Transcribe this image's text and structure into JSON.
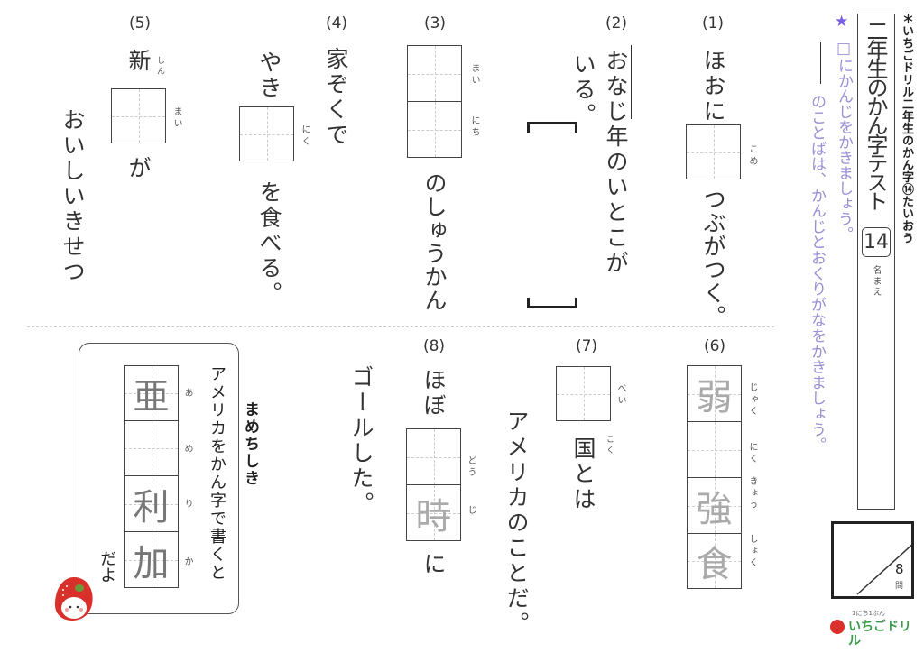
{
  "header": {
    "series_note": "＊いちごドリル二年生のかん字⑭たいおう",
    "title": "二年生のかん字テスト",
    "test_number": "14",
    "name_label": "名まえ",
    "star": "★",
    "instruction1": "□にかんじをかきましょう。",
    "instruction2": "のことばは、かんじとおくりがなをかきましょう。",
    "score_total": "8",
    "score_unit": "問",
    "logo_small": "1にち1ぷん",
    "logo_text": "いちごドリル"
  },
  "questions": [
    {
      "label": "(1)",
      "before": "ほおに",
      "furigana": "こめ",
      "after": "つぶがつく。"
    },
    {
      "label": "(2)",
      "line1": "おなじ年のいとこが",
      "line2": "いる。"
    },
    {
      "label": "(3)",
      "furigana1": "まい",
      "furigana2": "にち",
      "after": "のしゅうかん"
    },
    {
      "label": "(4)",
      "line1": "家ぞくで",
      "before": "やき",
      "furigana": "にく",
      "after": "を食べる。"
    },
    {
      "label": "(5)",
      "before": "新",
      "before_furigana": "しん",
      "furigana": "まい",
      "after": "が",
      "line2": "おいしいきせつ"
    },
    {
      "label": "(6)",
      "boxes": [
        "弱",
        "",
        "強",
        "食"
      ],
      "furigana": [
        "じゃく",
        "にく",
        "きょう",
        "しょく"
      ]
    },
    {
      "label": "(7)",
      "furigana": "べい",
      "after_furigana": "こく",
      "after": "国とは",
      "line2": "アメリカのことだ。"
    },
    {
      "label": "(8)",
      "before": "ほぼ",
      "boxes": [
        "",
        "時"
      ],
      "furigana1": "どう",
      "furigana2": "じ",
      "after": "に",
      "line2": "ゴールした。"
    }
  ],
  "trivia": {
    "heading": "まめちしき",
    "text": "アメリカをかん字で書くと",
    "boxes": [
      "亜",
      "",
      "利",
      "加"
    ],
    "furigana": [
      "あ",
      "め",
      "り",
      "か"
    ],
    "ending": "だよ"
  },
  "colors": {
    "instruction": "#9b90d6",
    "star": "#7a5ce0",
    "hint_kanji": "#aaaaaa",
    "strawberry": "#d9302c"
  }
}
